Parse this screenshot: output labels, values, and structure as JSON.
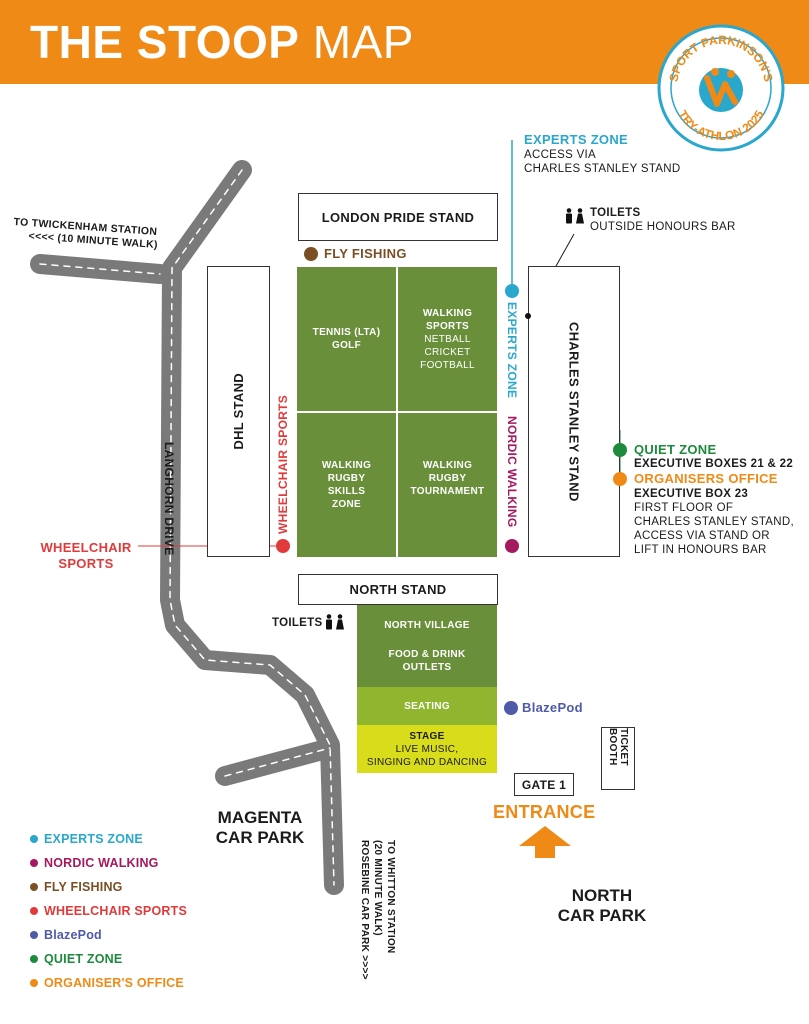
{
  "header": {
    "title_bold": "THE STOOP",
    "title_light": "MAP"
  },
  "badge": {
    "top": "SPORT PARKINSON'S",
    "bottom": "TRY-ATHLON 2025"
  },
  "stands": {
    "london_pride": "LONDON PRIDE STAND",
    "dhl": "DHL STAND",
    "charles_stanley": "CHARLES STANLEY STAND",
    "north": "NORTH STAND"
  },
  "pitch": {
    "tennis": [
      "TENNIS (LTA)",
      "GOLF"
    ],
    "walking_sports": [
      "WALKING",
      "SPORTS",
      "NETBALL",
      "CRICKET",
      "FOOTBALL"
    ],
    "rugby_skills": [
      "WALKING",
      "RUGBY",
      "SKILLS",
      "ZONE"
    ],
    "rugby_tournament": [
      "WALKING",
      "RUGBY",
      "TOURNAMENT"
    ]
  },
  "village": {
    "north_village": "NORTH VILLAGE",
    "food": [
      "FOOD & DRINK",
      "OUTLETS"
    ],
    "seating": "SEATING",
    "stage": [
      "STAGE",
      "LIVE MUSIC,",
      "SINGING AND DANCING"
    ]
  },
  "labels": {
    "fly_fishing": "FLY FISHING",
    "wheelchair_vert": "WHEELCHAIR SPORTS",
    "wheelchair_side": [
      "WHEELCHAIR",
      "SPORTS"
    ],
    "experts_vert": "EXPERTS ZONE",
    "nordic_vert": "NORDIC WALKING",
    "experts_title": "EXPERTS ZONE",
    "experts_info": [
      "ACCESS VIA",
      "CHARLES STANLEY STAND"
    ],
    "toilets_title": "TOILETS",
    "toilets_info": "OUTSIDE HONOURS BAR",
    "quiet_title": "QUIET ZONE",
    "quiet_info": "EXECUTIVE BOXES 21 & 22",
    "organisers_title": "ORGANISERS OFFICE",
    "organisers_info": [
      "EXECUTIVE BOX 23",
      "FIRST FLOOR OF",
      "CHARLES STANLEY STAND,",
      "ACCESS VIA STAND OR",
      "LIFT IN HONOURS BAR"
    ],
    "toilets_north": "TOILETS",
    "blazepod": "BlazePod",
    "ticket_booth": "TICKET BOOTH",
    "gate": "GATE 1",
    "entrance": "ENTRANCE",
    "langhorn": "LANGHORN DRIVE",
    "twickenham": [
      "TO TWICKENHAM STATION",
      "<<<< (10 MINUTE WALK)"
    ],
    "whitton": [
      "TO WHITTON STATION",
      "(20 MINUTE WALK)",
      "ROSEBINE CAR PARK >>>>"
    ],
    "magenta": [
      "MAGENTA",
      "CAR PARK"
    ],
    "north_car_park": [
      "NORTH",
      "CAR PARK"
    ]
  },
  "legend": [
    {
      "label": "EXPERTS ZONE",
      "color": "#29a7cc"
    },
    {
      "label": "NORDIC WALKING",
      "color": "#a5195f"
    },
    {
      "label": "FLY FISHING",
      "color": "#7a4f24"
    },
    {
      "label": "WHEELCHAIR SPORTS",
      "color": "#e03a3a"
    },
    {
      "label": "BlazePod",
      "color": "#4f5aa8"
    },
    {
      "label": "QUIET ZONE",
      "color": "#1d8a3c"
    },
    {
      "label": "ORGANISER'S OFFICE",
      "color": "#ef8a17"
    }
  ],
  "colors": {
    "orange": "#ef8a17",
    "pitch": "#6a8f3a",
    "seating": "#8fb62e",
    "stage": "#d8dc1b",
    "road": "#7a7a7a",
    "experts": "#29a7cc",
    "nordic": "#a5195f",
    "fly": "#7a4f24",
    "wheelchair": "#e03a3a",
    "blazepod": "#4f5aa8",
    "quiet": "#1d8a3c"
  }
}
